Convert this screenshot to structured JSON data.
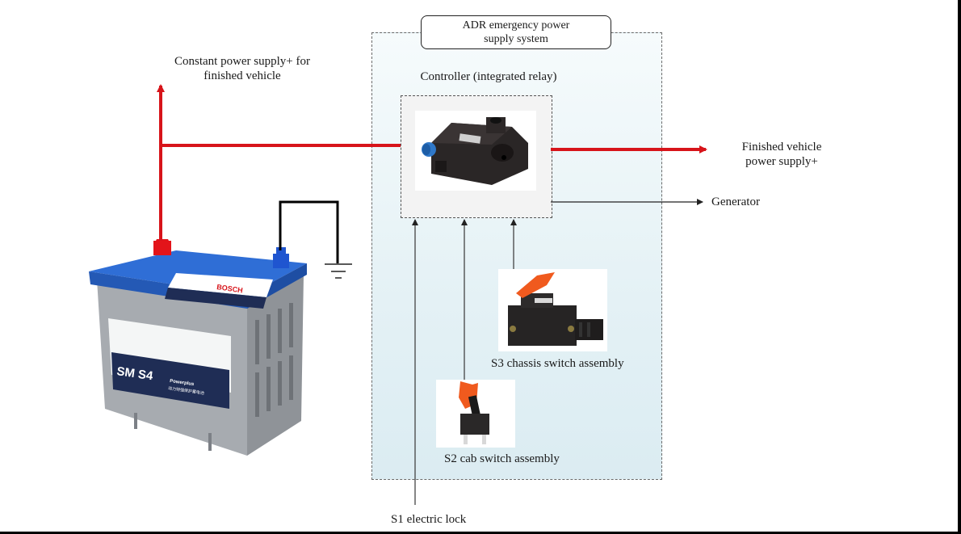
{
  "diagram": {
    "system_title": "ADR emergency power supply system",
    "system_title_lines": [
      "ADR emergency power",
      "supply system"
    ],
    "controller_label": "Controller (integrated relay)",
    "constant_supply_label_lines": [
      "Constant power supply+ for",
      "finished vehicle"
    ],
    "vehicle_supply_label_lines": [
      "Finished vehicle",
      "power supply+"
    ],
    "generator_label": "Generator",
    "s1_label": "S1 electric lock",
    "s2_label": "S2 cab switch assembly",
    "s3_label": "S3 chassis switch assembly",
    "battery": {
      "brand": "BOSCH",
      "model": "SM S4",
      "series": "Powerplus",
      "subtitle_cn": "动力特强保护蓄电池"
    },
    "colors": {
      "power_line": "#d7141a",
      "signal_line": "#333333",
      "ground_line": "#000000",
      "battery_top": "#2f6ed6",
      "battery_body": "#a4a8ad",
      "switch_cover": "#f05a1e"
    }
  }
}
